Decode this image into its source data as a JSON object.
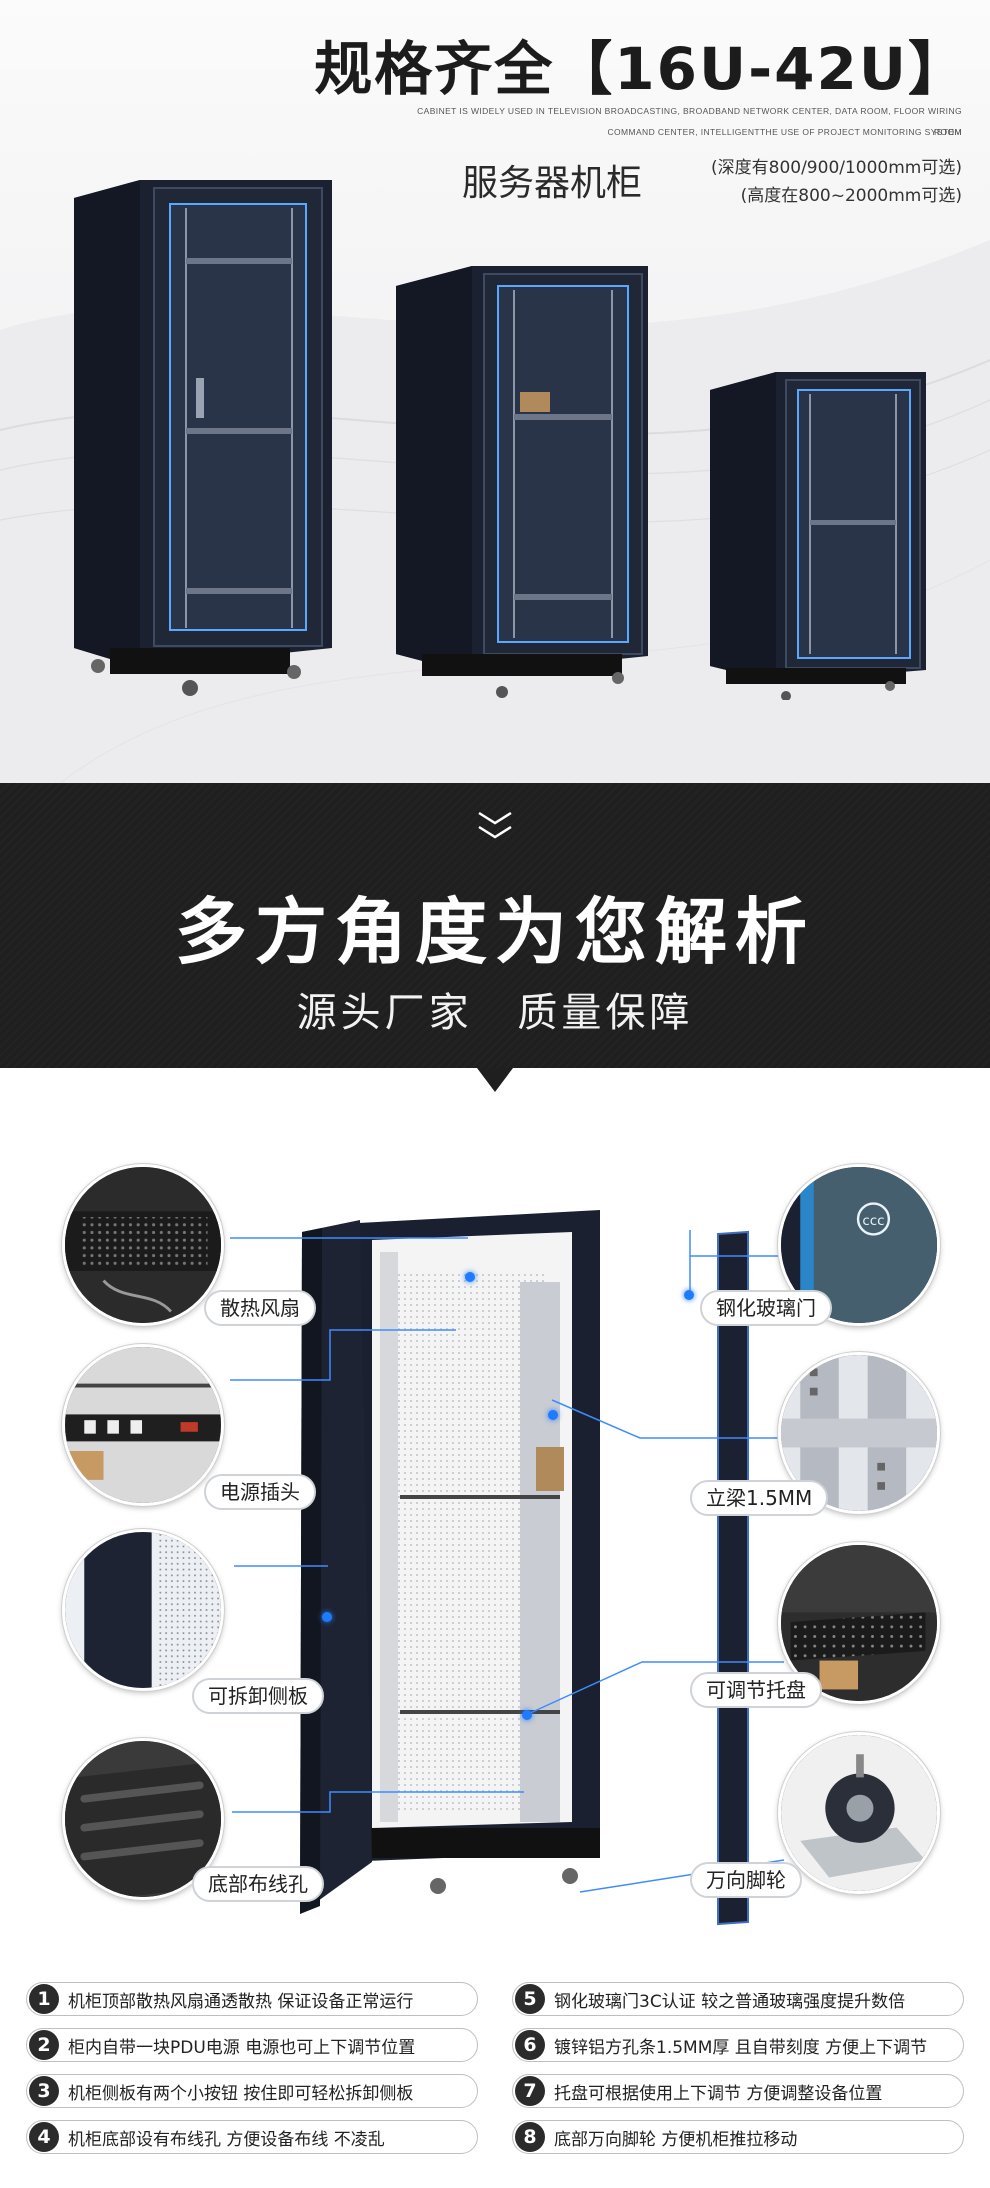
{
  "hero": {
    "title": "规格齐全【16U-42U】",
    "en_line1": "CABINET IS WIDELY USED IN TELEVISION BROADCASTING, BROADBAND NETWORK CENTER, DATA ROOM, FLOOR WIRING ROOM",
    "en_line2": "COMMAND CENTER, INTELLIGENTTHE USE OF PROJECT MONITORING SYSTEM",
    "subtitle": "服务器机柜",
    "note_depth": "(深度有800/900/1000mm可选)",
    "note_height": "(高度在800~2000mm可选)"
  },
  "band": {
    "title": "多方角度为您解析",
    "subtitle": "源头厂家 质量保障"
  },
  "callouts": {
    "fan": "散热风扇",
    "pdu": "电源插头",
    "side_panel": "可拆卸侧板",
    "cable_hole": "底部布线孔",
    "glass_door": "钢化玻璃门",
    "upright": "立梁1.5MM",
    "tray": "可调节托盘",
    "caster": "万向脚轮"
  },
  "features": [
    {
      "num": "1",
      "text": "机柜顶部散热风扇通透散热 保证设备正常运行"
    },
    {
      "num": "2",
      "text": "柜内自带一块PDU电源 电源也可上下调节位置"
    },
    {
      "num": "3",
      "text": "机柜侧板有两个小按钮 按住即可轻松拆卸侧板"
    },
    {
      "num": "4",
      "text": "机柜底部设有布线孔 方便设备布线 不凌乱"
    },
    {
      "num": "5",
      "text": "钢化玻璃门3C认证 较之普通玻璃强度提升数倍"
    },
    {
      "num": "6",
      "text": "镀锌铝方孔条1.5MM厚 且自带刻度 方便上下调节"
    },
    {
      "num": "7",
      "text": "托盘可根据使用上下调节 方便调整设备位置"
    },
    {
      "num": "8",
      "text": "底部万向脚轮 方便机柜推拉移动"
    }
  ],
  "colors": {
    "accent_blue": "#1e7bff",
    "band_bg": "#1f1f1f",
    "cabinet": "#1a1f2b"
  }
}
